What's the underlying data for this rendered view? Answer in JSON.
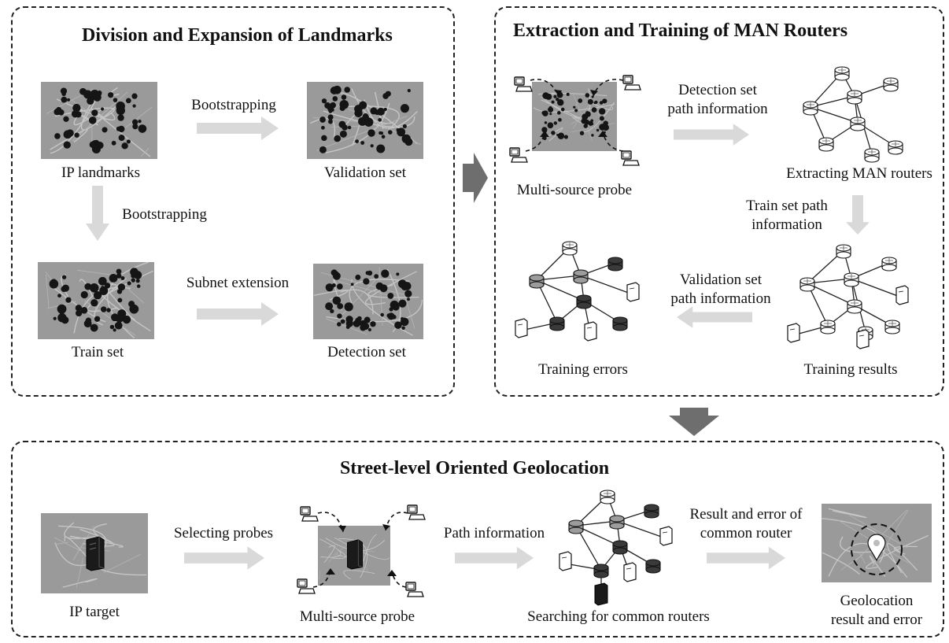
{
  "panels": {
    "landmarks": {
      "title": "Division and Expansion of Landmarks"
    },
    "routers": {
      "title": "Extraction and Training of MAN Routers"
    },
    "geolocation": {
      "title": "Street-level Oriented Geolocation"
    }
  },
  "landmarks": {
    "ip_landmarks": "IP landmarks",
    "validation_set": "Validation set",
    "train_set": "Train set",
    "detection_set": "Detection set",
    "bootstrapping_h": "Bootstrapping",
    "bootstrapping_v": "Bootstrapping",
    "subnet_extension": "Subnet extension"
  },
  "routers": {
    "multi_source_probe": "Multi-source probe",
    "detection_path_l1": "Detection set",
    "detection_path_l2": "path information",
    "extracting": "Extracting MAN routers",
    "train_path_l1": "Train set path",
    "train_path_l2": "information",
    "training_results": "Training results",
    "validation_path_l1": "Validation set",
    "validation_path_l2": "path information",
    "training_errors": "Training errors"
  },
  "geolocation": {
    "ip_target": "IP target",
    "selecting_probes": "Selecting probes",
    "multi_source_probe": "Multi-source probe",
    "path_information": "Path information",
    "searching": "Searching for common routers",
    "result_error_l1": "Result and error of",
    "result_error_l2": "common router",
    "geo_result_l1": "Geolocation",
    "geo_result_l2": "result and error"
  },
  "colors": {
    "map": "#9a9a9a",
    "arrow": "#d9d9d9",
    "big_arrow": "#6e6e6e",
    "dark_router": "#3a3a3a",
    "mid_router": "#9c9c9c"
  }
}
